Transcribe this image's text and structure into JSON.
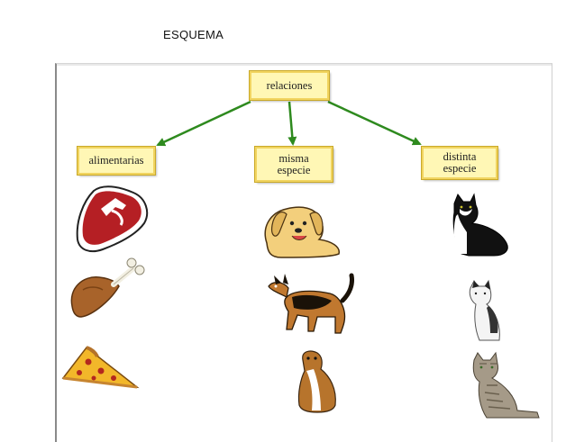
{
  "page": {
    "title": "ESQUEMA"
  },
  "diagram": {
    "root": {
      "label": "relaciones"
    },
    "children": [
      {
        "label": "alimentarias"
      },
      {
        "label_line1": "misma",
        "label_line2": "especie"
      },
      {
        "label_line1": "distinta",
        "label_line2": "especie"
      }
    ],
    "arrow_color": "#2e8a1e",
    "node_fill": "#fff7b5",
    "node_border": "#f1d460",
    "images": {
      "food": [
        "meat-steak-icon",
        "chicken-leg-icon",
        "pizza-slice-icon"
      ],
      "dogs": [
        "golden-dog-icon",
        "german-shepherd-icon",
        "collie-dog-icon"
      ],
      "cats": [
        "black-white-cat-icon",
        "sitting-white-cat-icon",
        "tabby-cat-icon"
      ]
    }
  }
}
